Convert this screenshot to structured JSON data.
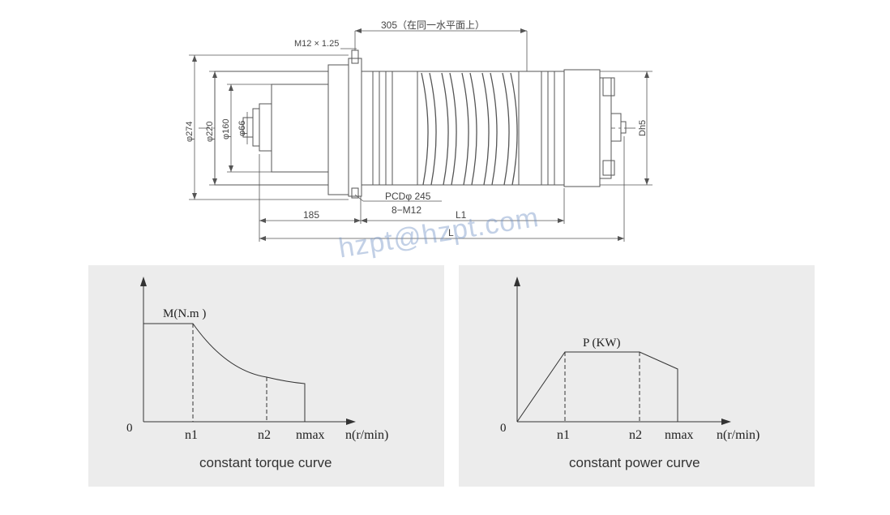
{
  "drawing": {
    "dim_305": "305（在同一水平面上）",
    "thread": "M12 × 1.25",
    "phi274": "φ274",
    "phi220": "φ220",
    "phi160": "φ160",
    "phi66": "φ66",
    "dh5": "Dh5",
    "pcd": "PCDφ 245",
    "bolts": "8−M12",
    "dim_185": "185",
    "dim_L1": "L1",
    "dim_L": "L"
  },
  "watermark": "hzpt@hzpt.com",
  "torque_chart": {
    "y_label": "M(N.m )",
    "origin": "0",
    "x_label": "n(r/min)",
    "ticks": [
      "n1",
      "n2",
      "nmax"
    ],
    "caption": "constant torque curve"
  },
  "power_chart": {
    "y_label": "P (KW)",
    "origin": "0",
    "x_label": "n(r/min)",
    "ticks": [
      "n1",
      "n2",
      "nmax"
    ],
    "caption": "constant power curve"
  }
}
